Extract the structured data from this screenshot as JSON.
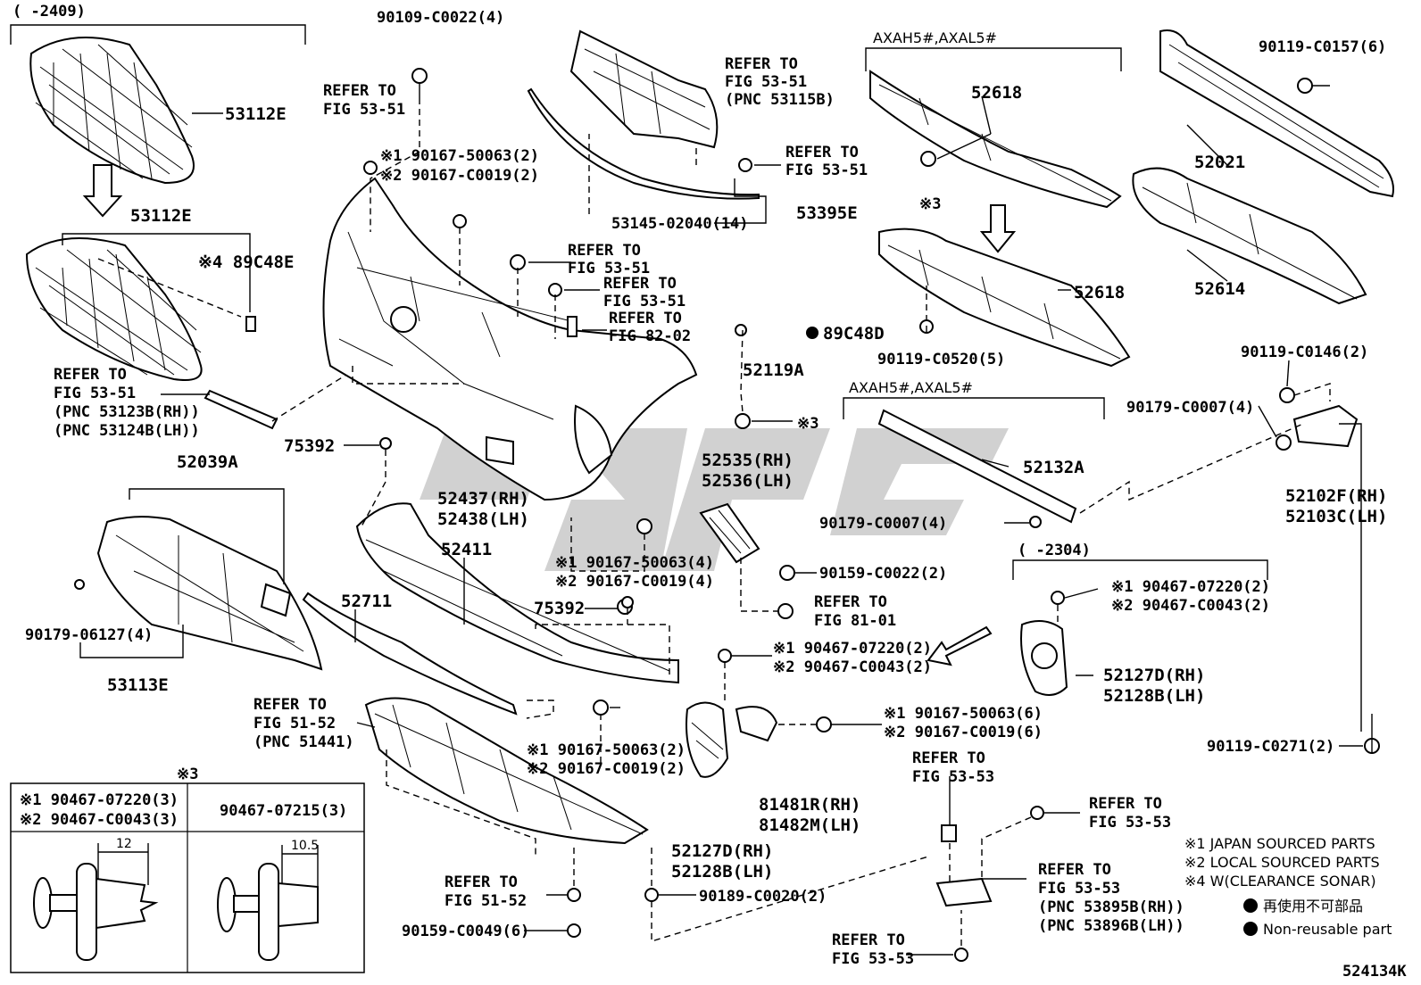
{
  "labels": {
    "range_2409": "(    -2409)",
    "p53112e_top": "53112E",
    "p53112e_mid": "53112E",
    "note4_89c48e": "※4 89C48E",
    "refer_53_51_left_1": "REFER TO",
    "refer_53_51_left_2": "FIG 53-51",
    "refer_53_51_left_3": "(PNC 53123B(RH))",
    "refer_53_51_left_4": "(PNC 53124B(LH))",
    "p52039a": "52039A",
    "p90179_06127": "90179-06127(4)",
    "p53113e": "53113E",
    "p90109": "90109-C0022(4)",
    "refer_top_1": "REFER TO",
    "refer_top_2": "FIG 53-51",
    "n1_90167_50063_2": "※1 90167-50063(2)",
    "n2_90167_c0019_2": "※2 90167-C0019(2)",
    "refer_grille_1": "REFER TO",
    "refer_grille_2": "FIG 53-51",
    "refer_grille_3": "(PNC 53115B)",
    "refer_grille_b1": "REFER TO",
    "refer_grille_b2": "FIG 53-51",
    "p53145": "53145-02040(14)",
    "p53395e": "53395E",
    "refer_c1_1": "REFER TO",
    "refer_c1_2": "FIG 53-51",
    "refer_c2_1": "REFER TO",
    "refer_c2_2": "FIG 53-51",
    "refer_c3_1": "REFER TO",
    "refer_c3_2": "FIG 82-02",
    "p89c48d": "89C48D",
    "p52119a": "52119A",
    "n3_clip": "※3",
    "p75392_a": "75392",
    "p52437": "52437(RH)",
    "p52438": "52438(LH)",
    "p52535": "52535(RH)",
    "p52536": "52536(LH)",
    "p52411": "52411",
    "p52711": "52711",
    "n1_90167_50063_4": "※1 90167-50063(4)",
    "n2_90167_c0019_4": "※2 90167-C0019(4)",
    "p75392_b": "75392",
    "p90159_c0022": "90159-C0022(2)",
    "refer_81_1": "REFER TO",
    "refer_81_2": "FIG 81-01",
    "n1_90467_07220_2a": "※1 90467-07220(2)",
    "n2_90467_c0043_2a": "※2 90467-C0043(2)",
    "refer_51_52_1": "REFER TO",
    "refer_51_52_2": "FIG 51-52",
    "refer_51_52_3": "(PNC 51441)",
    "n1_90167_50063_2b": "※1 90167-50063(2)",
    "n2_90167_c0019_2b": "※2 90167-C0019(2)",
    "n1_90167_50063_6": "※1 90167-50063(6)",
    "n2_90167_c0019_6": "※2 90167-C0019(6)",
    "p81481r": "81481R(RH)",
    "p81482m": "81482M(LH)",
    "p52127d_b": "52127D(RH)",
    "p52128b_b": "52128B(LH)",
    "refer_51_52b_1": "REFER TO",
    "refer_51_52b_2": "FIG 51-52",
    "p90189": "90189-C0020(2)",
    "p90159_c0049": "90159-C0049(6)",
    "axah_top": "AXAH5#,AXAL5#",
    "p52618_top": "52618",
    "n3_top": "※3",
    "p52618_bottom": "52618",
    "p90119_c0520": "90119-C0520(5)",
    "p90119_c0157": "90119-C0157(6)",
    "p52021": "52021",
    "p52614": "52614",
    "axah_mid": "AXAH5#,AXAL5#",
    "p52132a": "52132A",
    "p90179_c0007_a": "90179-C0007(4)",
    "p90179_c0007_b": "90179-C0007(4)",
    "p90119_c0146": "90119-C0146(2)",
    "p52102f": "52102F(RH)",
    "p52103c": "52103C(LH)",
    "range_2304": "(    -2304)",
    "n1_90467_07220_2b": "※1 90467-07220(2)",
    "n2_90467_c0043_2b": "※2 90467-C0043(2)",
    "p52127d_a": "52127D(RH)",
    "p52128b_a": "52128B(LH)",
    "p90119_c0271": "90119-C0271(2)",
    "refer_53_53_a1": "REFER TO",
    "refer_53_53_a2": "FIG 53-53",
    "refer_53_53_b1": "REFER TO",
    "refer_53_53_b2": "FIG 53-53",
    "refer_53_53_c1": "REFER TO",
    "refer_53_53_c2": "FIG 53-53",
    "refer_53_53_c3": "(PNC 53895B(RH))",
    "refer_53_53_c4": "(PNC 53896B(LH))",
    "refer_53_53_d1": "REFER TO",
    "refer_53_53_d2": "FIG 53-53",
    "diagram_id": "524134K"
  },
  "legend": {
    "note1": "※1 JAPAN SOURCED PARTS",
    "note2": "※2 LOCAL SOURCED PARTS",
    "note4": "※4 W(CLEARANCE SONAR)",
    "nonreusable_jp": "再使用不可部品",
    "nonreusable_en": "Non-reusable part"
  },
  "clip_table": {
    "title": "※3",
    "left_line1": "※1 90467-07220(3)",
    "left_line2": "※2 90467-C0043(3)",
    "right_line1": "90467-07215(3)",
    "dim_left": "12",
    "dim_right": "10.5"
  },
  "watermark_icon": "logo-watermark"
}
